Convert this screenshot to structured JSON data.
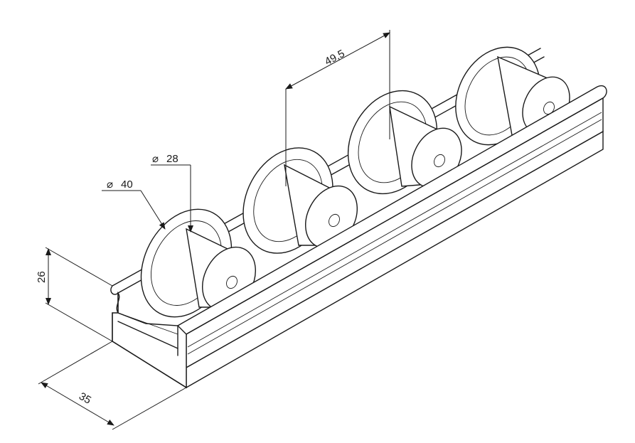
{
  "dimensions": {
    "roller_pitch": "49,5",
    "roller_diameter": "28",
    "flange_diameter": "40",
    "profile_height": "26",
    "profile_width": "35"
  },
  "symbols": {
    "diameter": "⌀"
  }
}
